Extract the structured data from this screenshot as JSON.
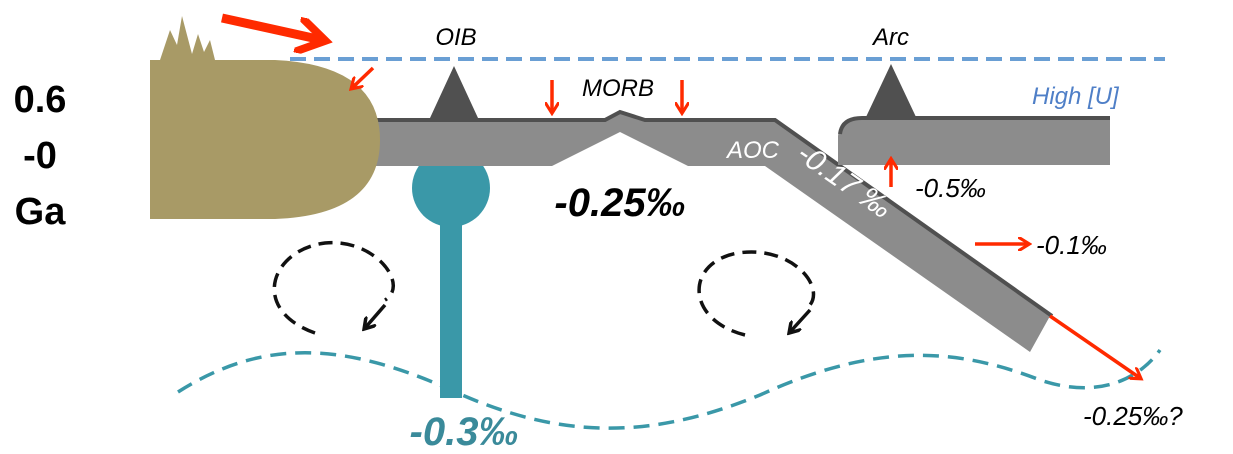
{
  "age_label": {
    "line1": "0.6",
    "line2": "-0",
    "line3": "Ga"
  },
  "features": {
    "oib": "OIB",
    "morb": "MORB",
    "arc": "Arc",
    "aoc": "AOC",
    "high_u": "High [U]"
  },
  "values": {
    "morb_value": "-0.25‰",
    "aoc_value": "-0.17 ‰",
    "arc_input": "-0.5‰",
    "slab_output": "-0.1‰",
    "deep_slab": "-0.25‰?",
    "plume_value": "-0.3‰"
  },
  "colors": {
    "continent": "#a89a66",
    "plate": "#8c8c8c",
    "plate_dark": "#505050",
    "plume": "#3a98a8",
    "arrow": "#ff2a00",
    "high_u_line": "#6a9fd4",
    "high_u_text": "#4f7fc7"
  }
}
